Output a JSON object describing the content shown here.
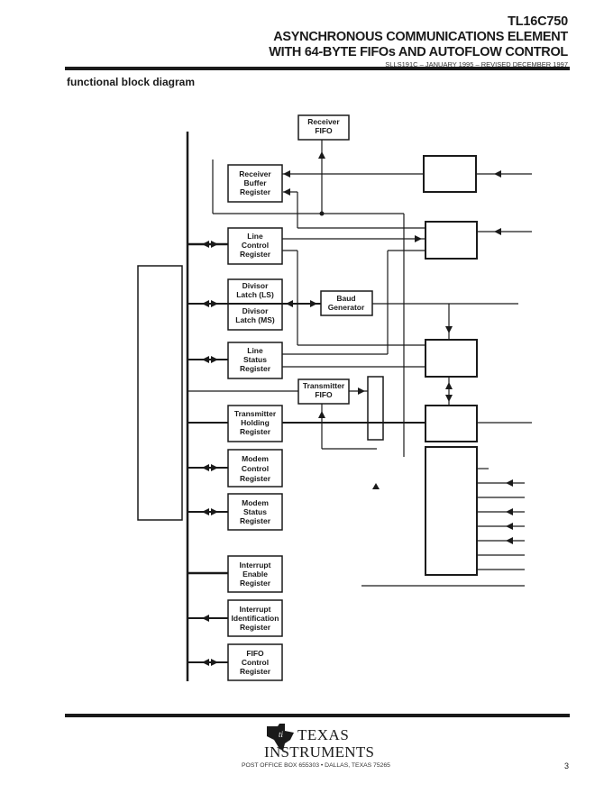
{
  "header": {
    "part_number": "TL16C750",
    "title_line1": "ASYNCHRONOUS COMMUNICATIONS ELEMENT",
    "title_line2": "WITH 64-BYTE FIFOs AND AUTOFLOW CONTROL",
    "doc_revision": "SLLS191C – JANUARY 1995 – REVISED DECEMBER 1997"
  },
  "section": {
    "title": "functional block diagram"
  },
  "diagram": {
    "blocks": {
      "receiver_fifo": [
        "Receiver",
        "FIFO"
      ],
      "receiver_buffer_register": [
        "Receiver",
        "Buffer",
        "Register"
      ],
      "line_control_register": [
        "Line",
        "Control",
        "Register"
      ],
      "divisor_latch_ls": [
        "Divisor",
        "Latch (LS)"
      ],
      "divisor_latch_ms": [
        "Divisor",
        "Latch (MS)"
      ],
      "baud_generator": [
        "Baud",
        "Generator"
      ],
      "line_status_register": [
        "Line",
        "Status",
        "Register"
      ],
      "transmitter_fifo": [
        "Transmitter",
        "FIFO"
      ],
      "transmitter_holding_register": [
        "Transmitter",
        "Holding",
        "Register"
      ],
      "modem_control_register": [
        "Modem",
        "Control",
        "Register"
      ],
      "modem_status_register": [
        "Modem",
        "Status",
        "Register"
      ],
      "interrupt_enable_register": [
        "Interrupt",
        "Enable",
        "Register"
      ],
      "interrupt_identification_register": [
        "Interrupt",
        "Identification",
        "Register"
      ],
      "fifo_control_register": [
        "FIFO",
        "Control",
        "Register"
      ]
    }
  },
  "footer": {
    "brand_line1": "TEXAS",
    "brand_line2": "INSTRUMENTS",
    "address": "POST OFFICE BOX 655303 • DALLAS, TEXAS 75265",
    "page_number": "3"
  }
}
